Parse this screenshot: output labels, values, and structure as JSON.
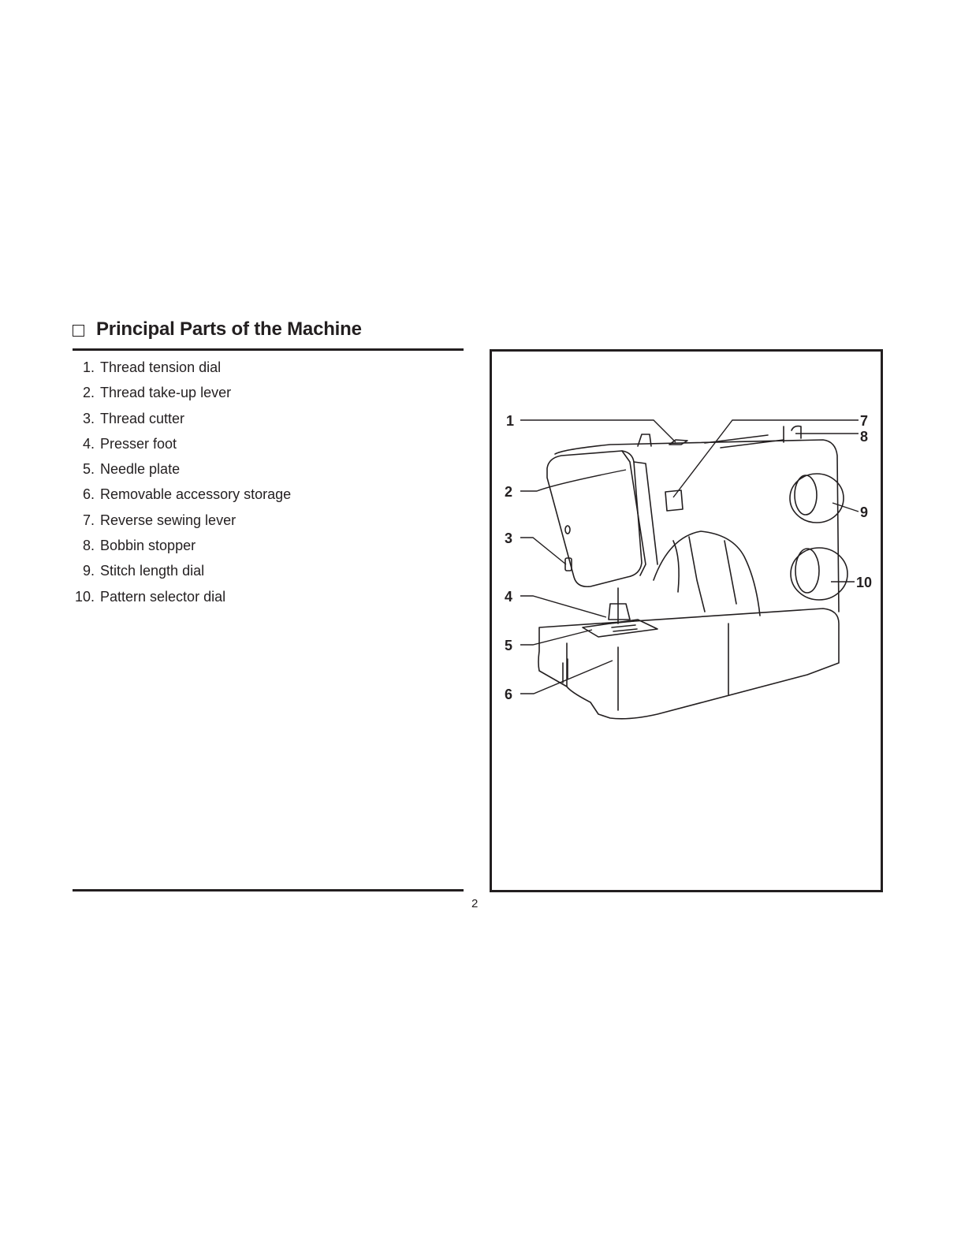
{
  "section": {
    "title": "Principal Parts of the Machine"
  },
  "parts": [
    {
      "num": "1.",
      "label": "Thread tension dial"
    },
    {
      "num": "2.",
      "label": "Thread take-up lever"
    },
    {
      "num": "3.",
      "label": "Thread cutter"
    },
    {
      "num": "4.",
      "label": "Presser foot"
    },
    {
      "num": "5.",
      "label": "Needle plate"
    },
    {
      "num": "6.",
      "label": "Removable accessory storage"
    },
    {
      "num": "7.",
      "label": "Reverse sewing lever"
    },
    {
      "num": "8.",
      "label": "Bobbin stopper"
    },
    {
      "num": "9.",
      "label": "Stitch length dial"
    },
    {
      "num": "10.",
      "label": "Pattern selector dial"
    }
  ],
  "figure": {
    "callouts": [
      "1",
      "2",
      "3",
      "4",
      "5",
      "6",
      "7",
      "8",
      "9",
      "10"
    ]
  },
  "page_number": "2"
}
